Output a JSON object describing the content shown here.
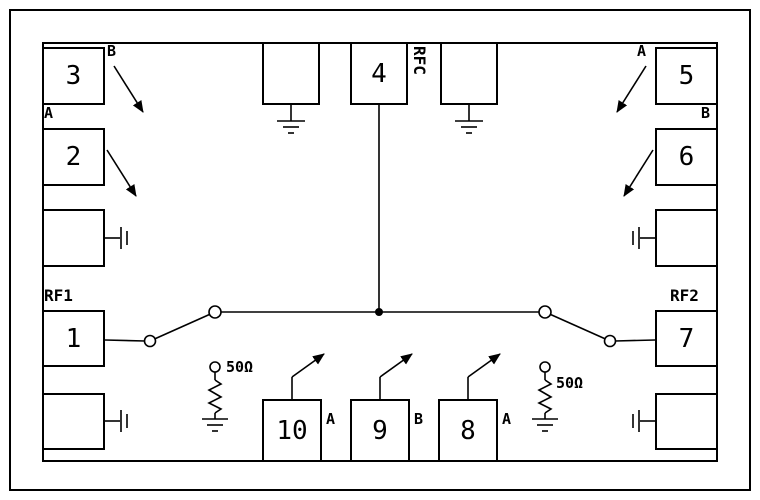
{
  "package": {
    "left_pins": {
      "pin3": {
        "label": "3",
        "ctrl": "B"
      },
      "pin2": {
        "label": "2",
        "ctrl": "A"
      },
      "pin1": {
        "label": "1",
        "port": "RF1"
      }
    },
    "top_pins": {
      "pin4": {
        "label": "4",
        "port": "RFC"
      }
    },
    "right_pins": {
      "pin5": {
        "label": "5",
        "ctrl": "A"
      },
      "pin6": {
        "label": "6",
        "ctrl": "B"
      },
      "pin7": {
        "label": "7",
        "port": "RF2"
      }
    },
    "bottom_pins": {
      "pin10": {
        "label": "10",
        "ctrl": "A"
      },
      "pin9": {
        "label": "9",
        "ctrl": "B"
      },
      "pin8": {
        "label": "8",
        "ctrl": "A"
      }
    },
    "resistors": {
      "left": {
        "value": "50Ω"
      },
      "right": {
        "value": "50Ω"
      }
    },
    "colors": {
      "line": "#000000",
      "background": "#ffffff"
    }
  }
}
